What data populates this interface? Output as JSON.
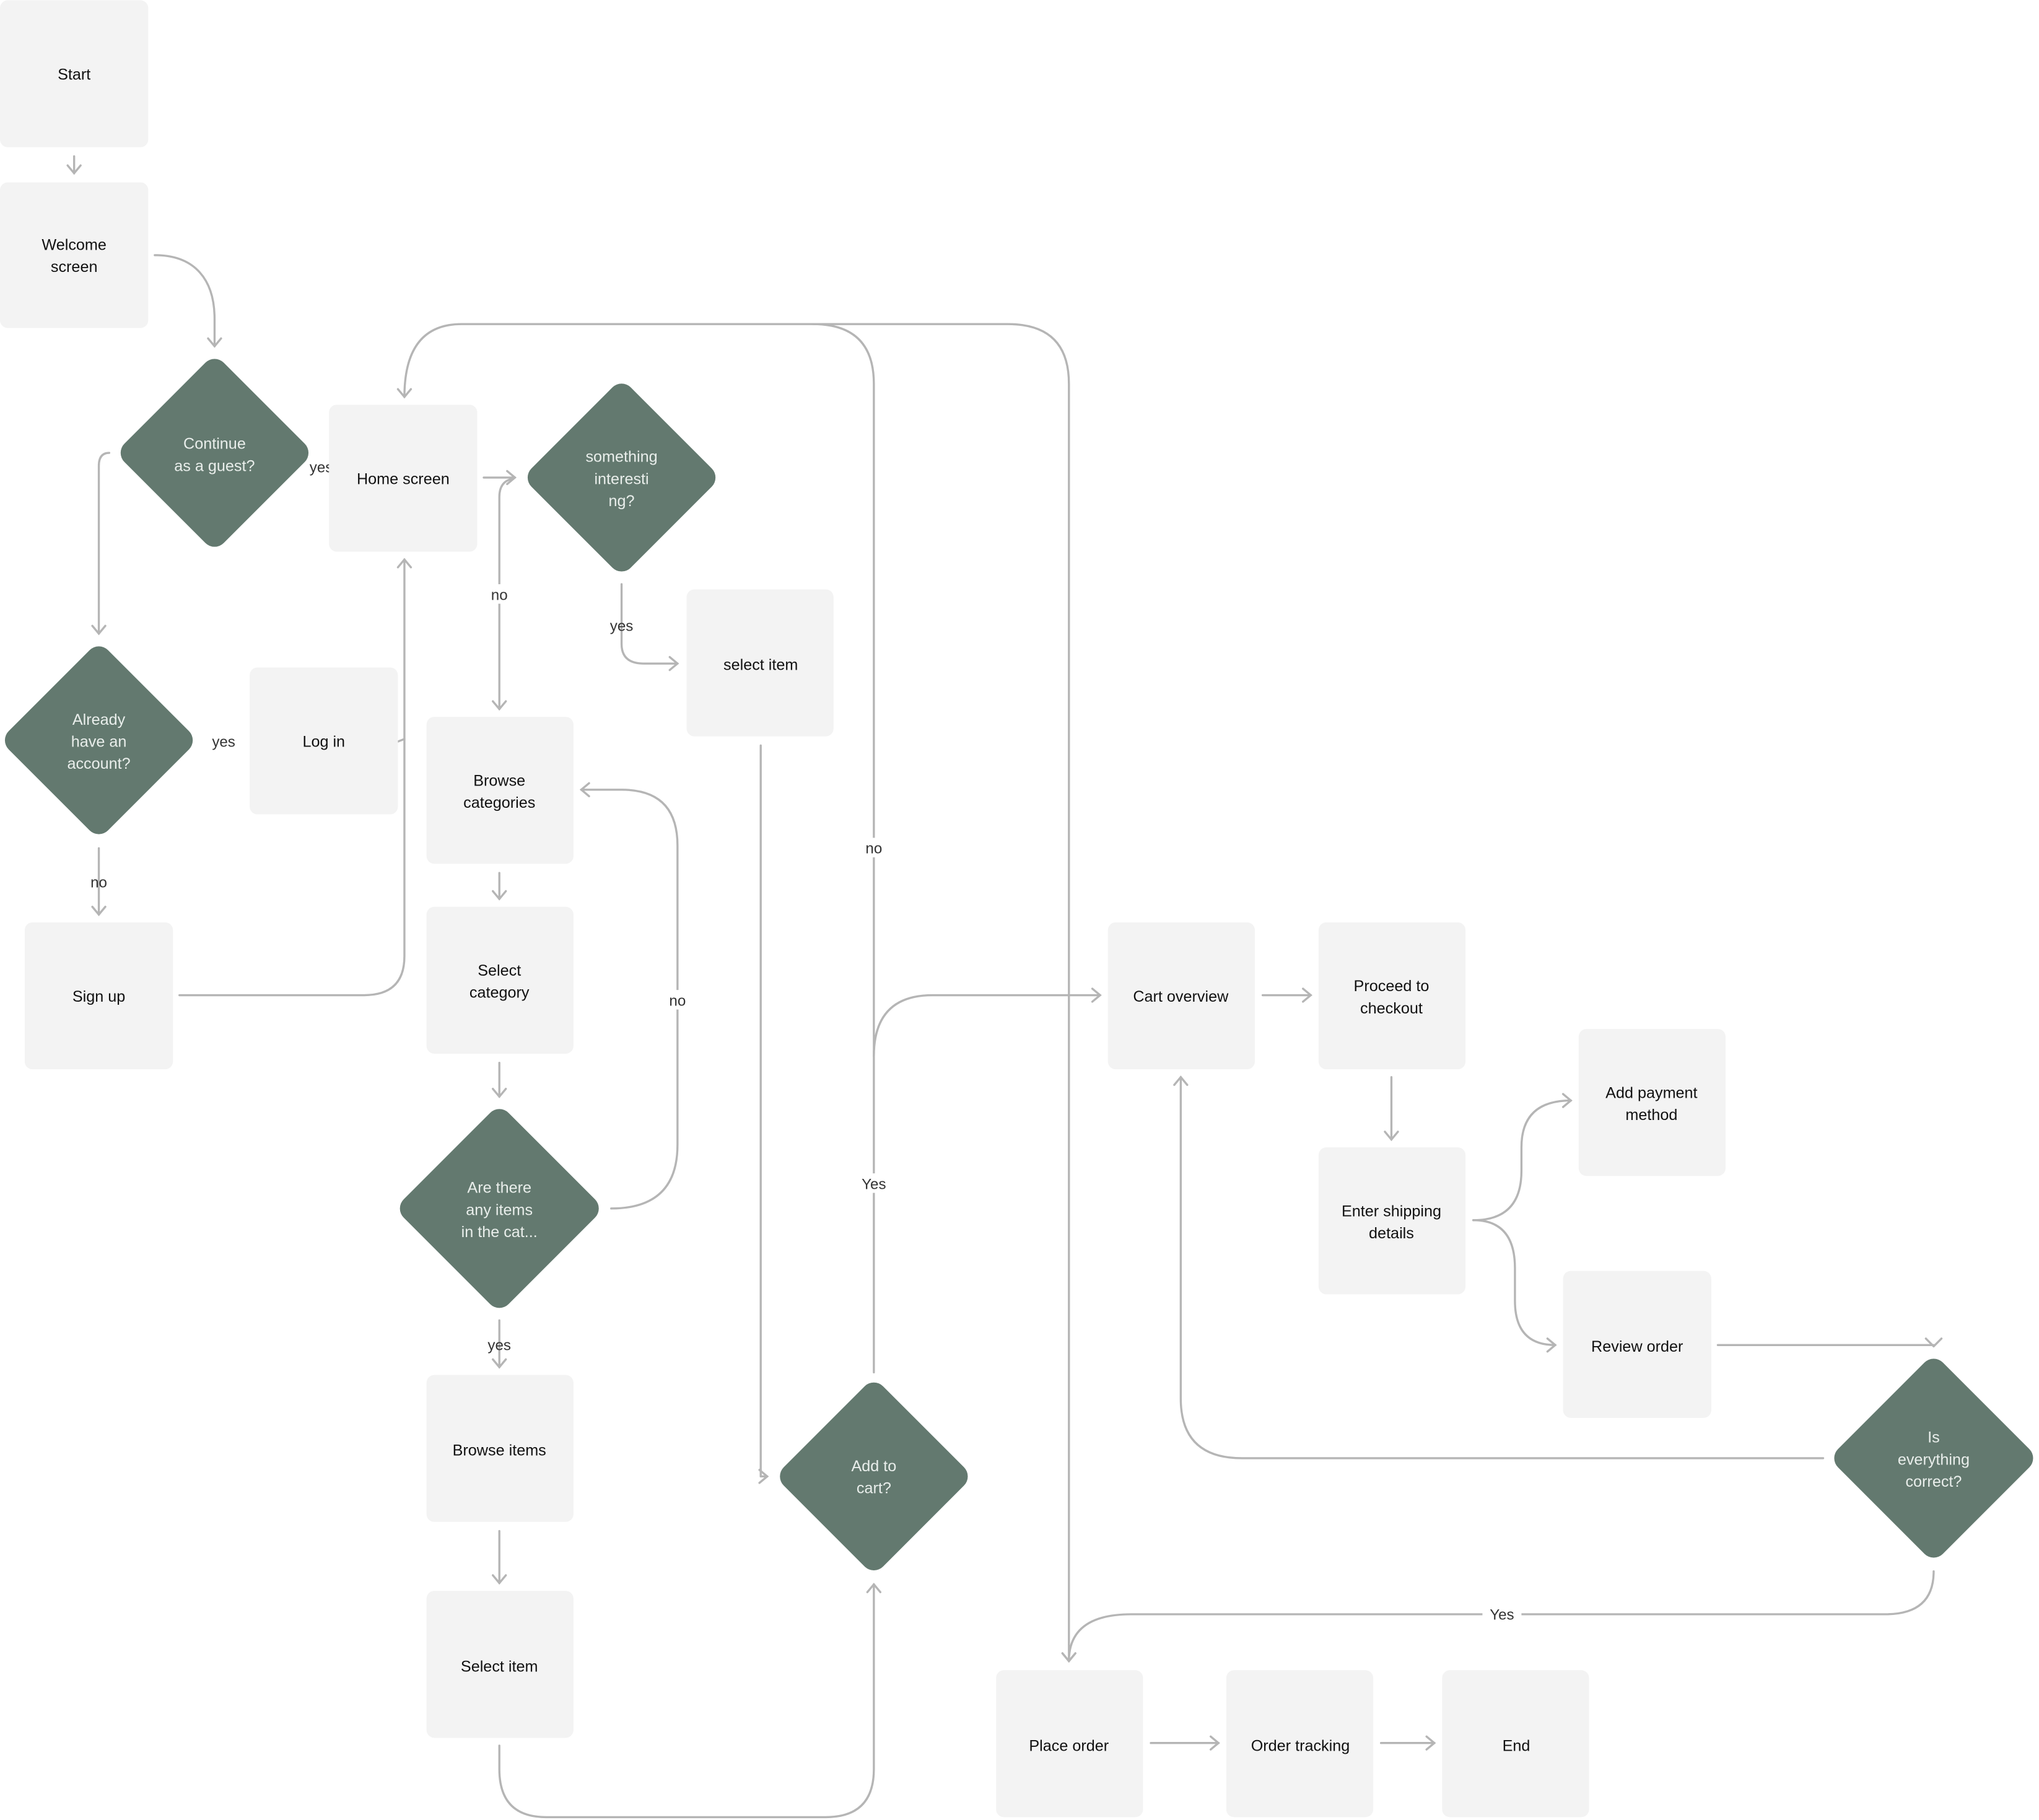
{
  "colors": {
    "decision": "#63796f",
    "process": "#f3f3f3",
    "connector": "#b5b5b5"
  },
  "nodes": {
    "start": [
      "Start"
    ],
    "welcome": [
      "Welcome",
      "screen"
    ],
    "guest": [
      "Continue",
      "as a guest?"
    ],
    "home": [
      "Home screen"
    ],
    "interesting": [
      "something",
      "interesti",
      "ng?"
    ],
    "account": [
      "Already",
      "have an",
      "account?"
    ],
    "login": [
      "Log in"
    ],
    "signup": [
      "Sign up"
    ],
    "browse_categories": [
      "Browse",
      "categories"
    ],
    "select_category": [
      "Select",
      "category"
    ],
    "items_in_cat": [
      "Are there",
      "any items",
      "in the cat..."
    ],
    "browse_items": [
      "Browse items"
    ],
    "select_item_lower": [
      "Select item"
    ],
    "select_item_top": [
      "select item"
    ],
    "add_to_cart": [
      "Add to",
      "cart?"
    ],
    "cart_overview": [
      "Cart overview"
    ],
    "checkout": [
      "Proceed to",
      "checkout"
    ],
    "shipping": [
      "Enter shipping",
      "details"
    ],
    "payment": [
      "Add payment",
      "method"
    ],
    "review": [
      "Review order"
    ],
    "correct": [
      "Is",
      "everything",
      "correct?"
    ],
    "place_order": [
      "Place order"
    ],
    "tracking": [
      "Order tracking"
    ],
    "end": [
      "End"
    ]
  },
  "labels": {
    "guest_yes": "yes",
    "interesting_no": "no",
    "interesting_yes": "yes",
    "account_yes": "yes",
    "account_no": "no",
    "items_no": "no",
    "items_yes": "yes",
    "cart_no": "no",
    "cart_yes": "Yes",
    "correct_yes": "Yes"
  }
}
